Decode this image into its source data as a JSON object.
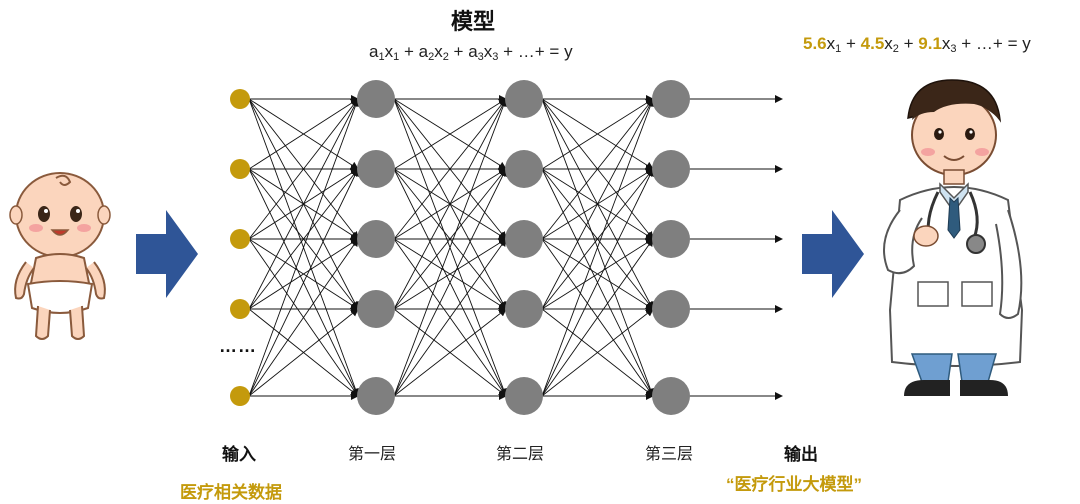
{
  "title": "模型",
  "formula": {
    "a1": "a",
    "s1": "1",
    "x1": "x",
    "t1": "1",
    "plus1": " + ",
    "a2": "a",
    "s2": "2",
    "x2": "x",
    "t2": "2",
    "plus2": " + ",
    "a3": "a",
    "s3": "3",
    "x3": "x",
    "t3": "3",
    "tail": " + …+ = y"
  },
  "output_formula": {
    "c1": "5.6",
    "x1": "x",
    "s1": "1",
    "p1": " + ",
    "c2": "4.5",
    "x2": "x",
    "s2": "2",
    "p2": " + ",
    "c3": "9.1",
    "x3": "x",
    "s3": "3",
    "tail": " + …+ = y"
  },
  "labels": {
    "input": "输入",
    "layer1": "第一层",
    "layer2": "第二层",
    "layer3": "第三层",
    "output": "输出",
    "input_desc": "医疗相关数据",
    "output_desc": "“医疗行业大模型”",
    "ellipsis": "……"
  },
  "colors": {
    "input_node": "#c49a0c",
    "hidden_node": "#7f7f7f",
    "arrow": "#2f5597",
    "accent_text": "#c49a0c"
  },
  "icons": [
    "baby-illustration",
    "doctor-illustration",
    "right-arrow-icon"
  ]
}
